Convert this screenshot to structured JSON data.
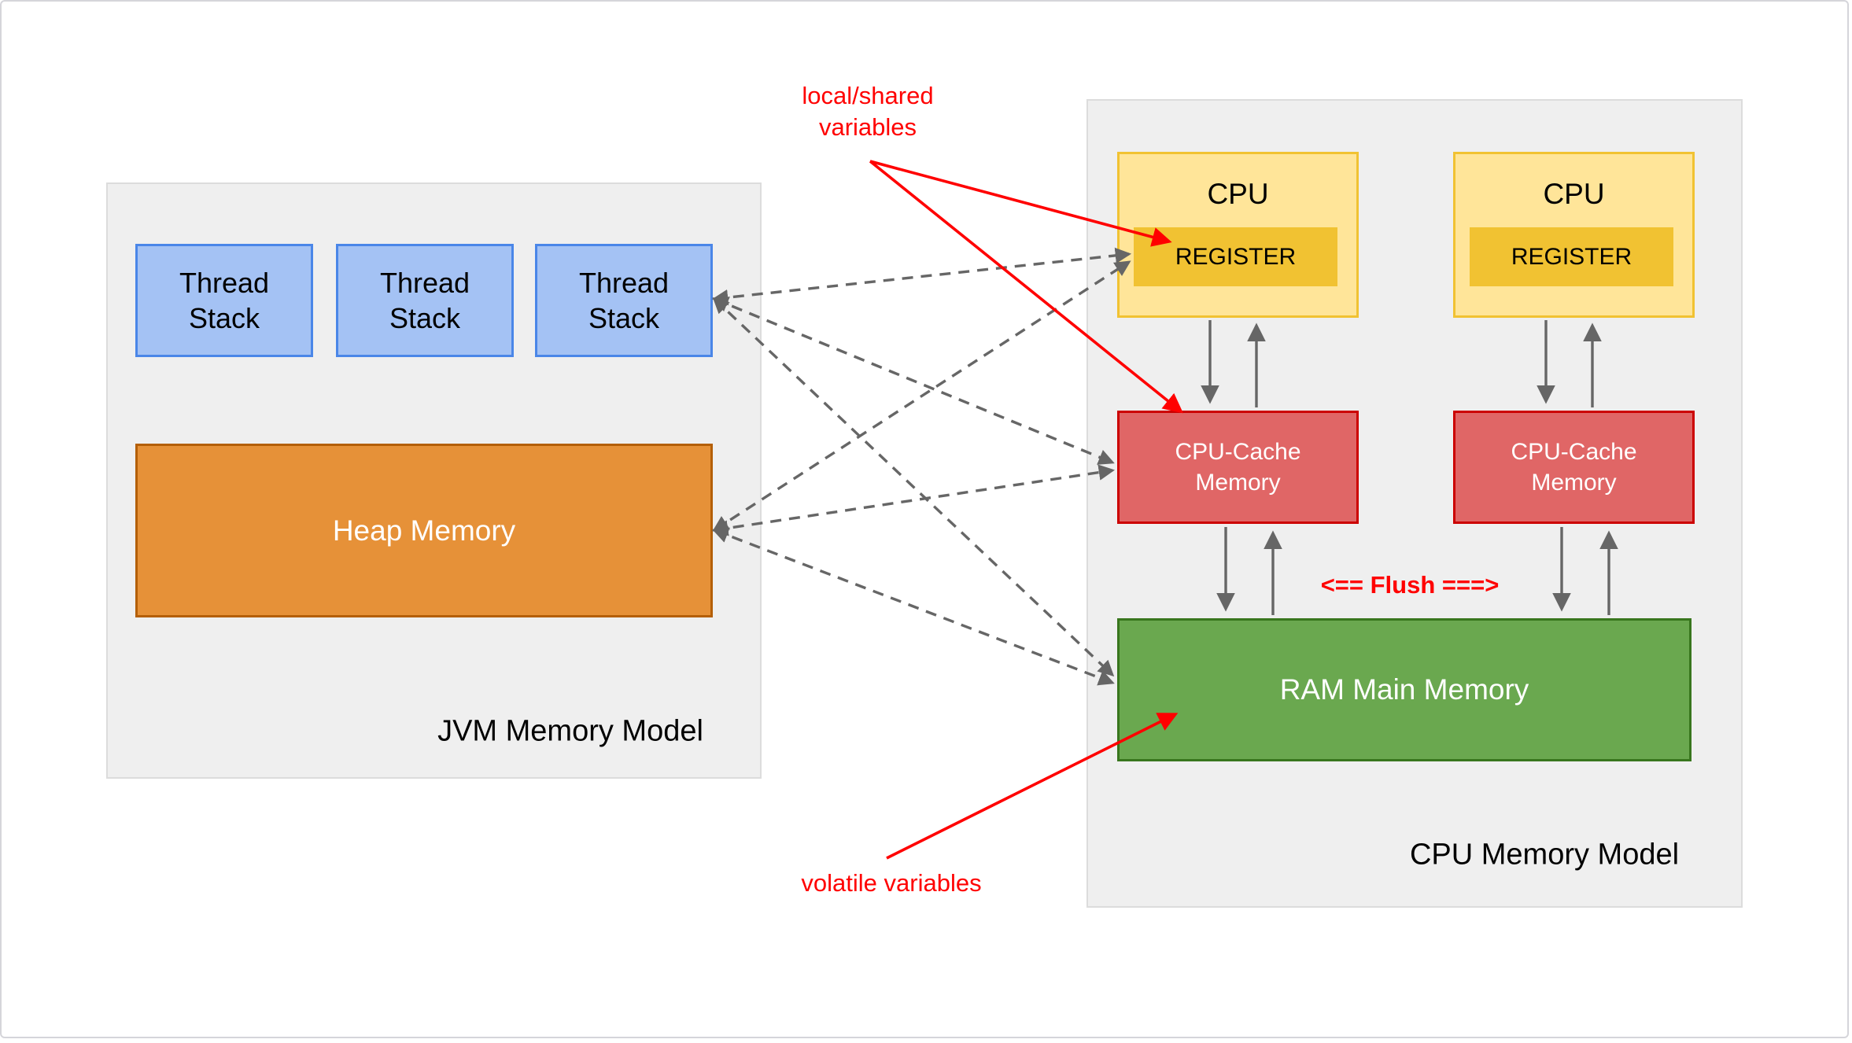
{
  "jvm": {
    "title": "JVM Memory Model",
    "thread_stacks": [
      {
        "line1": "Thread",
        "line2": "Stack"
      },
      {
        "line1": "Thread",
        "line2": "Stack"
      },
      {
        "line1": "Thread",
        "line2": "Stack"
      }
    ],
    "heap_label": "Heap Memory"
  },
  "cpu": {
    "title": "CPU Memory Model",
    "units": [
      {
        "label": "CPU",
        "register_label": "REGISTER",
        "cache": {
          "line1": "CPU-Cache",
          "line2": "Memory"
        }
      },
      {
        "label": "CPU",
        "register_label": "REGISTER",
        "cache": {
          "line1": "CPU-Cache",
          "line2": "Memory"
        }
      }
    ],
    "ram_label": "RAM Main Memory",
    "flush_label": "<== Flush ===>"
  },
  "annotations": {
    "local_shared": {
      "line1": "local/shared",
      "line2": "variables"
    },
    "volatile_label": "volatile variables"
  },
  "colors": {
    "thread_stack_fill": "#a4c2f4",
    "thread_stack_border": "#4a86e8",
    "heap_fill": "#e69138",
    "heap_border": "#b45f06",
    "cpu_fill": "#ffe599",
    "cpu_border": "#f1c232",
    "register_fill": "#f1c232",
    "cache_fill": "#e06666",
    "cache_border": "#cc0000",
    "ram_fill": "#6aa84f",
    "ram_border": "#38761d",
    "container_fill": "#efefef",
    "container_border": "#d9d9d9",
    "annotation_red": "#ff0000",
    "arrow_gray": "#666666"
  }
}
